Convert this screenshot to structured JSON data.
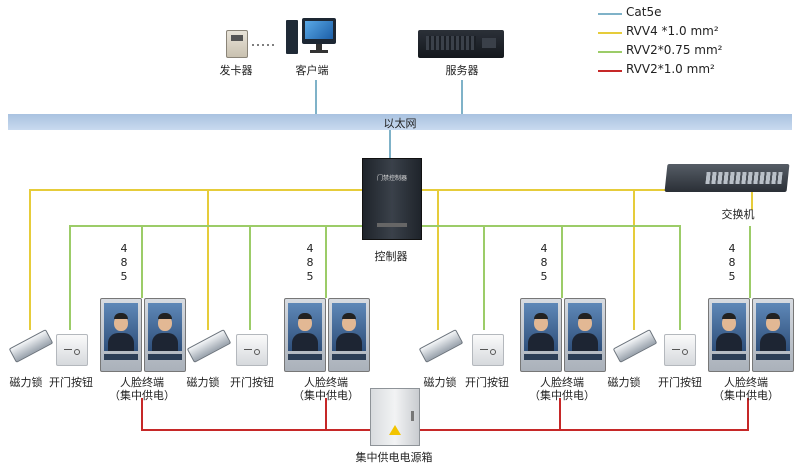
{
  "legend": [
    {
      "label": "Cat5e",
      "color": "#7fb2c8"
    },
    {
      "label": "RVV4 *1.0 mm²",
      "color": "#e6cc3a"
    },
    {
      "label": "RVV2*0.75 mm²",
      "color": "#9ccc68"
    },
    {
      "label": "RVV2*1.0 mm²",
      "color": "#c62828"
    }
  ],
  "top": {
    "card_issuer": "发卡器",
    "client": "客户端",
    "server": "服务器"
  },
  "bus_label": "以太网",
  "controller_label": "控制器",
  "controller_panel_text": "门禁控制器",
  "switch_label": "交换机",
  "rs485": "4\n8\n5",
  "power_box_label": "集中供电电源箱",
  "groups": [
    {
      "lock": "磁力锁",
      "button": "开门按钮",
      "face": "人脸终端",
      "face_sub": "（集中供电）"
    },
    {
      "lock": "磁力锁",
      "button": "开门按钮",
      "face": "人脸终端",
      "face_sub": "（集中供电）"
    },
    {
      "lock": "磁力锁",
      "button": "开门按钮",
      "face": "人脸终端",
      "face_sub": "（集中供电）"
    },
    {
      "lock": "磁力锁",
      "button": "开门按钮",
      "face": "人脸终端",
      "face_sub": "（集中供电）"
    }
  ]
}
